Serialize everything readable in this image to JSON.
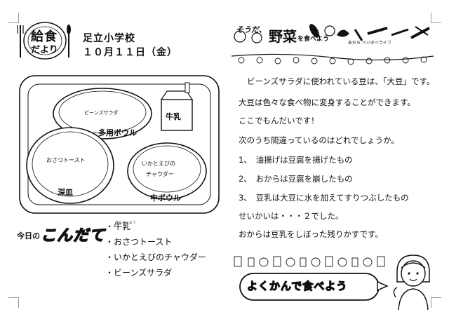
{
  "header": {
    "logo_line1": "給食",
    "logo_line2": "だより",
    "school": "足立小学校",
    "date": "１０月１１日（金）"
  },
  "tray": {
    "bowl_top_label": "ビーンズサラダ",
    "bowl_top_name": "多用ボウル",
    "milk_label": "牛乳",
    "plate_label": "おさつトースト",
    "plate_name": "深皿",
    "bowl_right_label_1": "いかとえびの",
    "bowl_right_label_2": "チャウダー",
    "bowl_right_name": "中ボウル"
  },
  "menu": {
    "title_prefix": "今日の",
    "title_main": "こんだて",
    "items": [
      "牛乳",
      "おさつトースト",
      "いかとえびのチャウダー",
      "ビーンズサラダ"
    ],
    "furigana_milk": "ぎゅうにゅう"
  },
  "banner": {
    "prefix": "そうだ、",
    "main": "野菜",
    "suffix": "を食べよう",
    "sub": "あだち ベジタベライフ"
  },
  "article": {
    "lines": [
      "ビーンズサラダに使われている豆は、「大豆」です。",
      "大豆は色々な食べ物に変身することができます。",
      "ここでもんだいです！",
      "次のうち間違っているのはどれでしょうか。",
      "1、　油揚げは豆腐を揚げたもの",
      "2、　おからは豆腐を崩したもの",
      "3、　豆乳は大豆に水を加えてすりつぶしたもの",
      "せいかいは・・・２でした。",
      "おからは豆乳をしぼった残りかすです。"
    ],
    "chew_title": "よくかんで食べよう"
  }
}
